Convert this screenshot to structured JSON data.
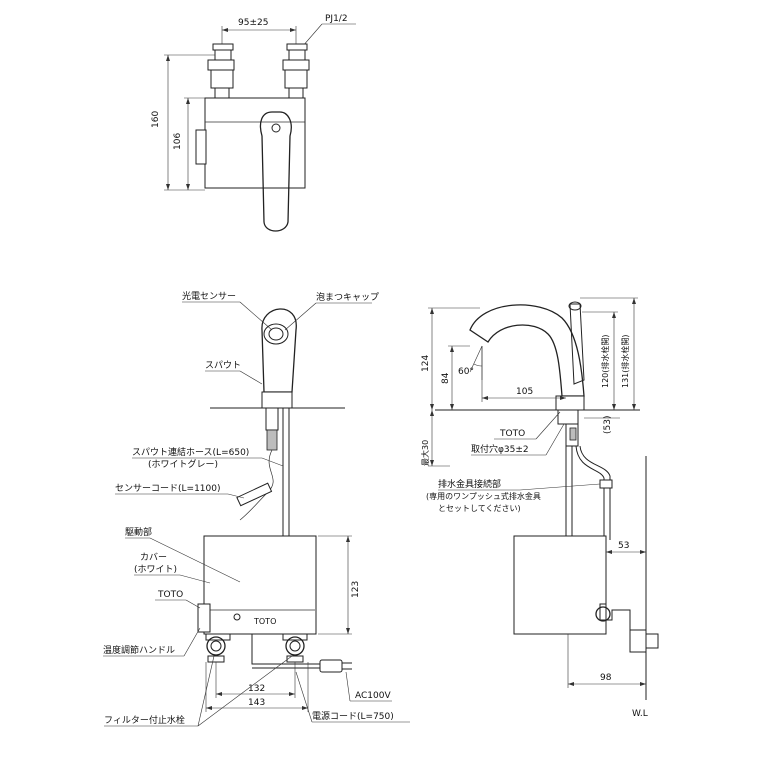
{
  "top_view": {
    "dim_width": "95±25",
    "thread_label": "PJ1/2",
    "dim_height_total": "160",
    "dim_height_body": "106"
  },
  "front_view": {
    "photo_sensor": "光電センサー",
    "aerator_cap": "泡まつキャップ",
    "spout": "スパウト",
    "hose_line1": "スパウト連結ホース(L=650)",
    "hose_line2": "(ホワイトグレー)",
    "sensor_cord": "センサーコード(L=1100)",
    "drive_unit": "駆動部",
    "cover_line1": "カバー",
    "cover_line2": "(ホワイト)",
    "brand": "TOTO",
    "temp_handle": "温度調節ハンドル",
    "filter_valve": "フィルター付止水栓",
    "power_cord": "電源コード(L=750)",
    "ac_label": "AC100V",
    "dim_height_unit": "123",
    "dim_width_inner": "132",
    "dim_width_outer": "143"
  },
  "side_view": {
    "dim_124": "124",
    "dim_84": "84",
    "angle": "60°",
    "dim_105": "105",
    "dim_120": "120(排水栓開)",
    "dim_131": "131(排水栓開)",
    "dim_53_paren": "(53)",
    "max_30": "最大30",
    "brand": "TOTO",
    "mount_hole": "取付穴φ35±2",
    "drain_conn": "排水金具接続部",
    "drain_note1": "(専用のワンプッシュ式排水金具",
    "drain_note2": "とセットしてください)",
    "dim_53": "53",
    "dim_98": "98",
    "wl": "W.L"
  }
}
